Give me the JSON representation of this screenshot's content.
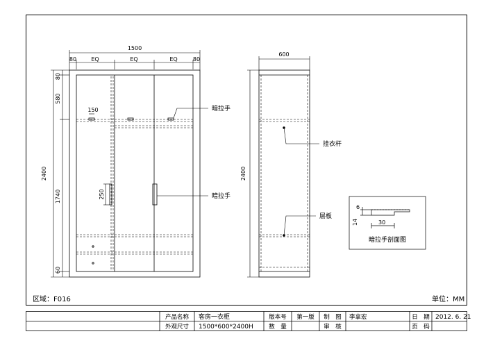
{
  "front_view": {
    "dim_total_width": "1500",
    "dim_frame_left": "80",
    "dim_frame_right": "80",
    "dim_eq_1": "EQ",
    "dim_eq_2": "EQ",
    "dim_eq_3": "EQ",
    "dim_total_height": "2400",
    "dim_top": "80",
    "dim_upper": "580",
    "dim_middle": "1740",
    "dim_bottom": "60",
    "dim_handle_length": "250",
    "dim_handle_width": "150",
    "callout_recessed_handle_top": "暗拉手",
    "callout_recessed_handle_door": "暗拉手"
  },
  "side_view": {
    "dim_depth": "600",
    "dim_height": "2400",
    "callout_hanging_rod": "挂衣杆",
    "callout_shelf": "层板"
  },
  "detail": {
    "dim_6": "6",
    "dim_14": "14",
    "dim_30": "30",
    "caption": "暗拉手剖面图"
  },
  "area_label": "区域：F016",
  "unit_label": "单位：MM",
  "title_block": {
    "product_name_label": "产品名称",
    "product_name_value": "客房一衣柜",
    "size_label": "外观尺寸",
    "size_value": "1500*600*2400H",
    "version_label": "版本号",
    "version_value": "第一版",
    "quantity_label": "数　量",
    "drawn_label": "制　图",
    "drawn_value": "李拿宏",
    "review_label": "审　核",
    "date_label": "日　期",
    "date_value": "2012. 6. 21",
    "page_label": "页　码"
  }
}
